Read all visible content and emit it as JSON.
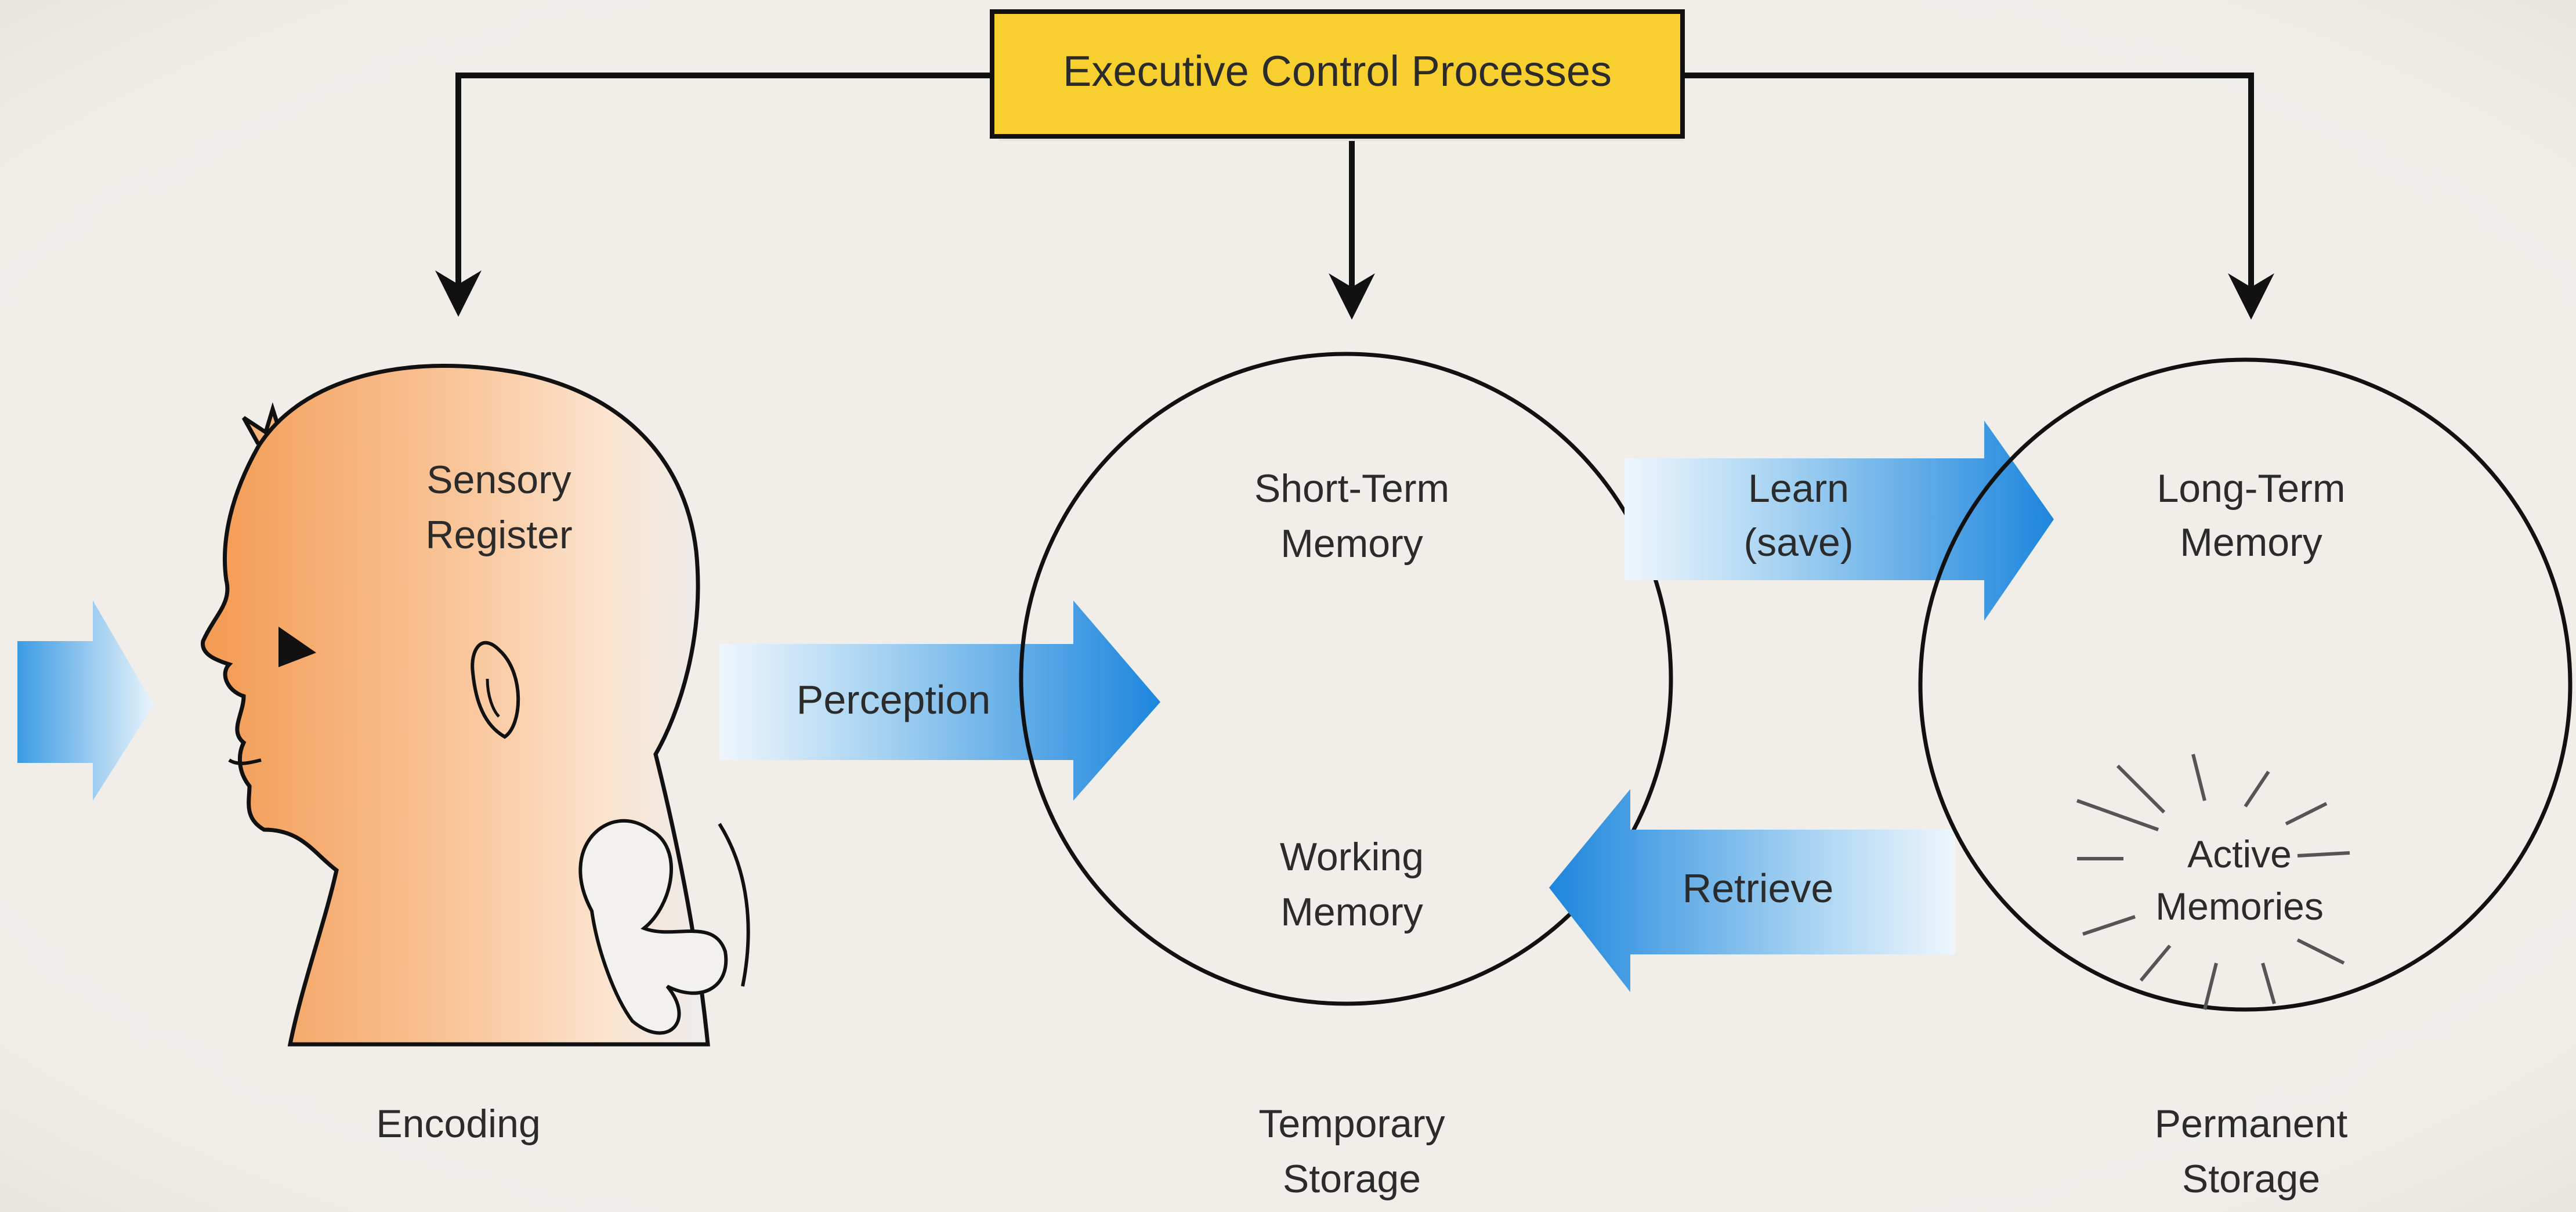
{
  "executive": {
    "label": "Executive Control Processes"
  },
  "head": {
    "line1": "Sensory",
    "line2": "Register"
  },
  "arrows": {
    "perception": "Perception",
    "learn_line1": "Learn",
    "learn_line2": "(save)",
    "retrieve": "Retrieve"
  },
  "short_term": {
    "line1": "Short-Term",
    "line2": "Memory",
    "working1": "Working",
    "working2": "Memory"
  },
  "long_term": {
    "line1": "Long-Term",
    "line2": "Memory",
    "active1": "Active",
    "active2": "Memories"
  },
  "captions": {
    "encoding": "Encoding",
    "temporary1": "Temporary",
    "temporary2": "Storage",
    "permanent1": "Permanent",
    "permanent2": "Storage"
  },
  "colors": {
    "box_fill": "#f7cf2e",
    "arrow_blue": "#1d8be2",
    "arrow_light": "#e8f3fb",
    "skin": "#f6b37a"
  }
}
